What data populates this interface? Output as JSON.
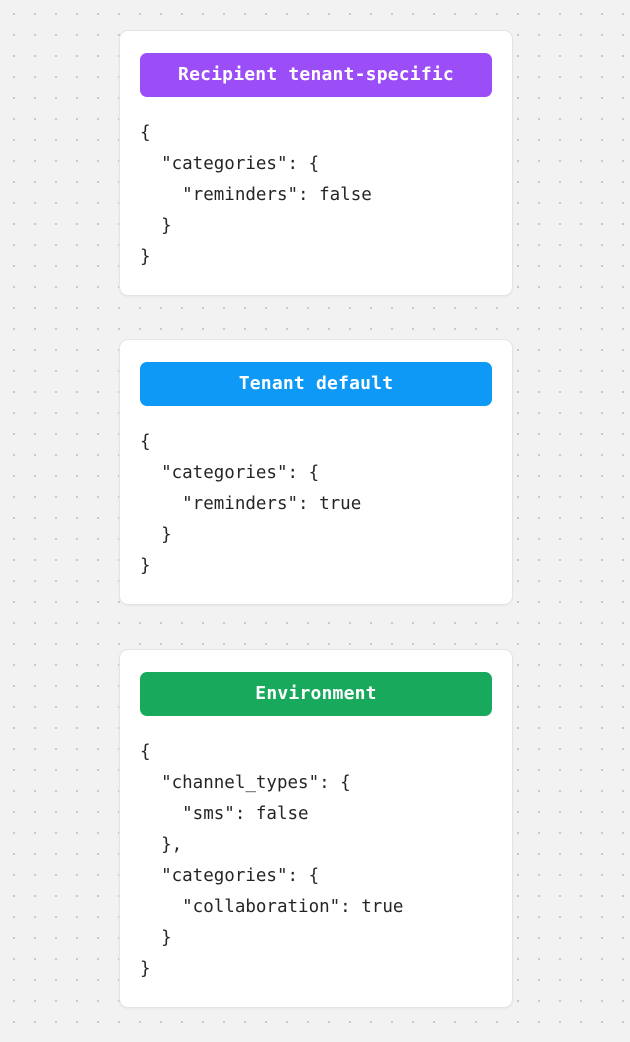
{
  "background": {
    "color": "#f2f2f2",
    "dot_color": "#c9c9c9",
    "pattern": "dot-grid"
  },
  "cards": [
    {
      "id": "recipient-tenant-specific",
      "badge_label": "Recipient tenant-specific",
      "badge_color": "#9b4df7",
      "code": "{\n  \"categories\": {\n    \"reminders\": false\n  }\n}"
    },
    {
      "id": "tenant-default",
      "badge_label": "Tenant default",
      "badge_color": "#0d99f5",
      "code": "{\n  \"categories\": {\n    \"reminders\": true\n  }\n}"
    },
    {
      "id": "environment",
      "badge_label": "Environment",
      "badge_color": "#18a95c",
      "code": "{\n  \"channel_types\": {\n    \"sms\": false\n  },\n  \"categories\": {\n    \"collaboration\": true\n  }\n}"
    }
  ]
}
